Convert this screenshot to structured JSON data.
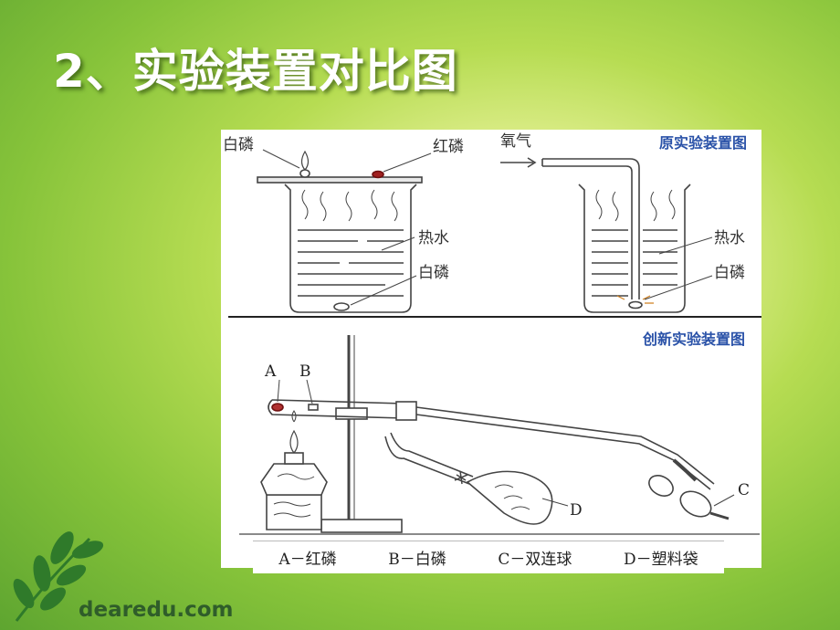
{
  "title": "2、实验装置对比图",
  "figure": {
    "top_left": {
      "white_phosphorus_top": "白磷",
      "red_phosphorus": "红磷",
      "hot_water": "热水",
      "white_phosphorus_bottom": "白磷"
    },
    "top_right": {
      "heading": "原实验装置图",
      "oxygen": "氧气",
      "hot_water": "热水",
      "white_phosphorus": "白磷"
    },
    "bottom": {
      "heading": "创新实验装置图",
      "label_a": "A",
      "label_b": "B",
      "label_c": "C",
      "label_d": "D",
      "legend": [
        "A－红磷",
        "B－白磷",
        "C－双连球",
        "D－塑料袋"
      ]
    }
  },
  "logo": {
    "text": "dearedu.com",
    "icon": "leaf-branch-icon"
  }
}
